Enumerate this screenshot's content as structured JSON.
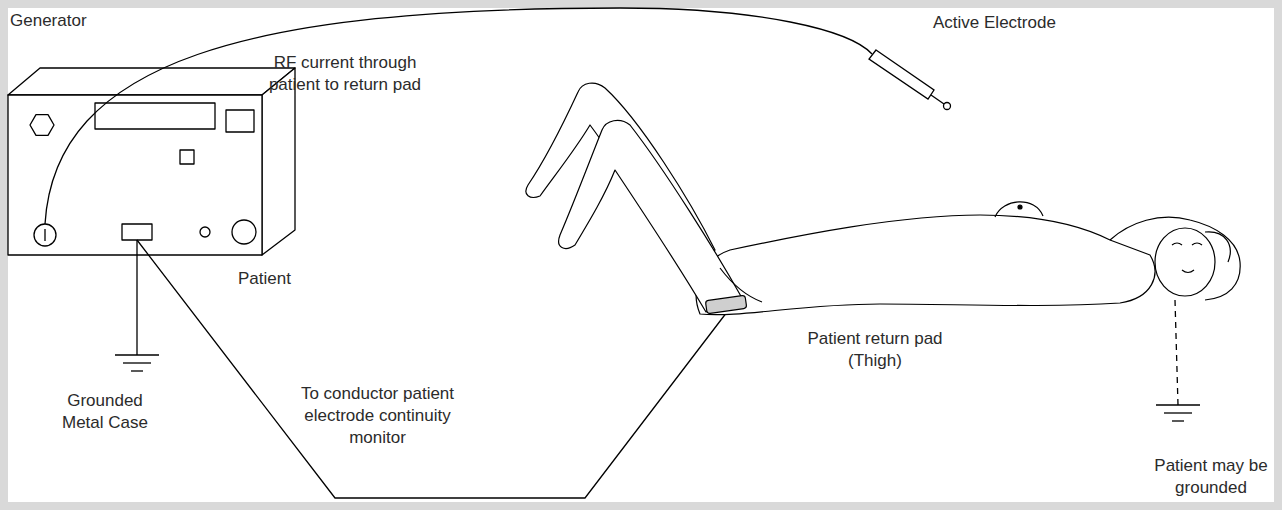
{
  "diagram": {
    "labels": [
      "Generator",
      "RF current through patient to return pad",
      "Active Electrode",
      "Patient",
      "To conductor patient electrode continuity monitor",
      "Patient return pad (Thigh)",
      "Grounded Metal Case",
      "Patient may be grounded"
    ]
  }
}
